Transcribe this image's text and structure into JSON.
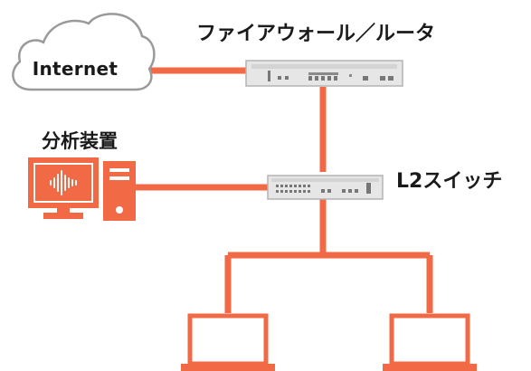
{
  "labels": {
    "internet": "Internet",
    "firewall_router": "ファイアウォール／ルータ",
    "analyzer": "分析装置",
    "l2_switch": "L2スイッチ"
  },
  "colors": {
    "link": "#f26a45",
    "device_fill": "#e6e6e6",
    "device_stroke": "#b3b3b3",
    "device_detail": "#777777",
    "cloud_stroke": "#9a9a9a",
    "text": "#1a1a1a"
  },
  "icons": {
    "cloud": "cloud-icon",
    "router": "router-icon",
    "switch": "switch-icon",
    "monitor": "monitor-icon",
    "pc_tower": "pc-tower-icon",
    "laptop": "laptop-icon"
  }
}
